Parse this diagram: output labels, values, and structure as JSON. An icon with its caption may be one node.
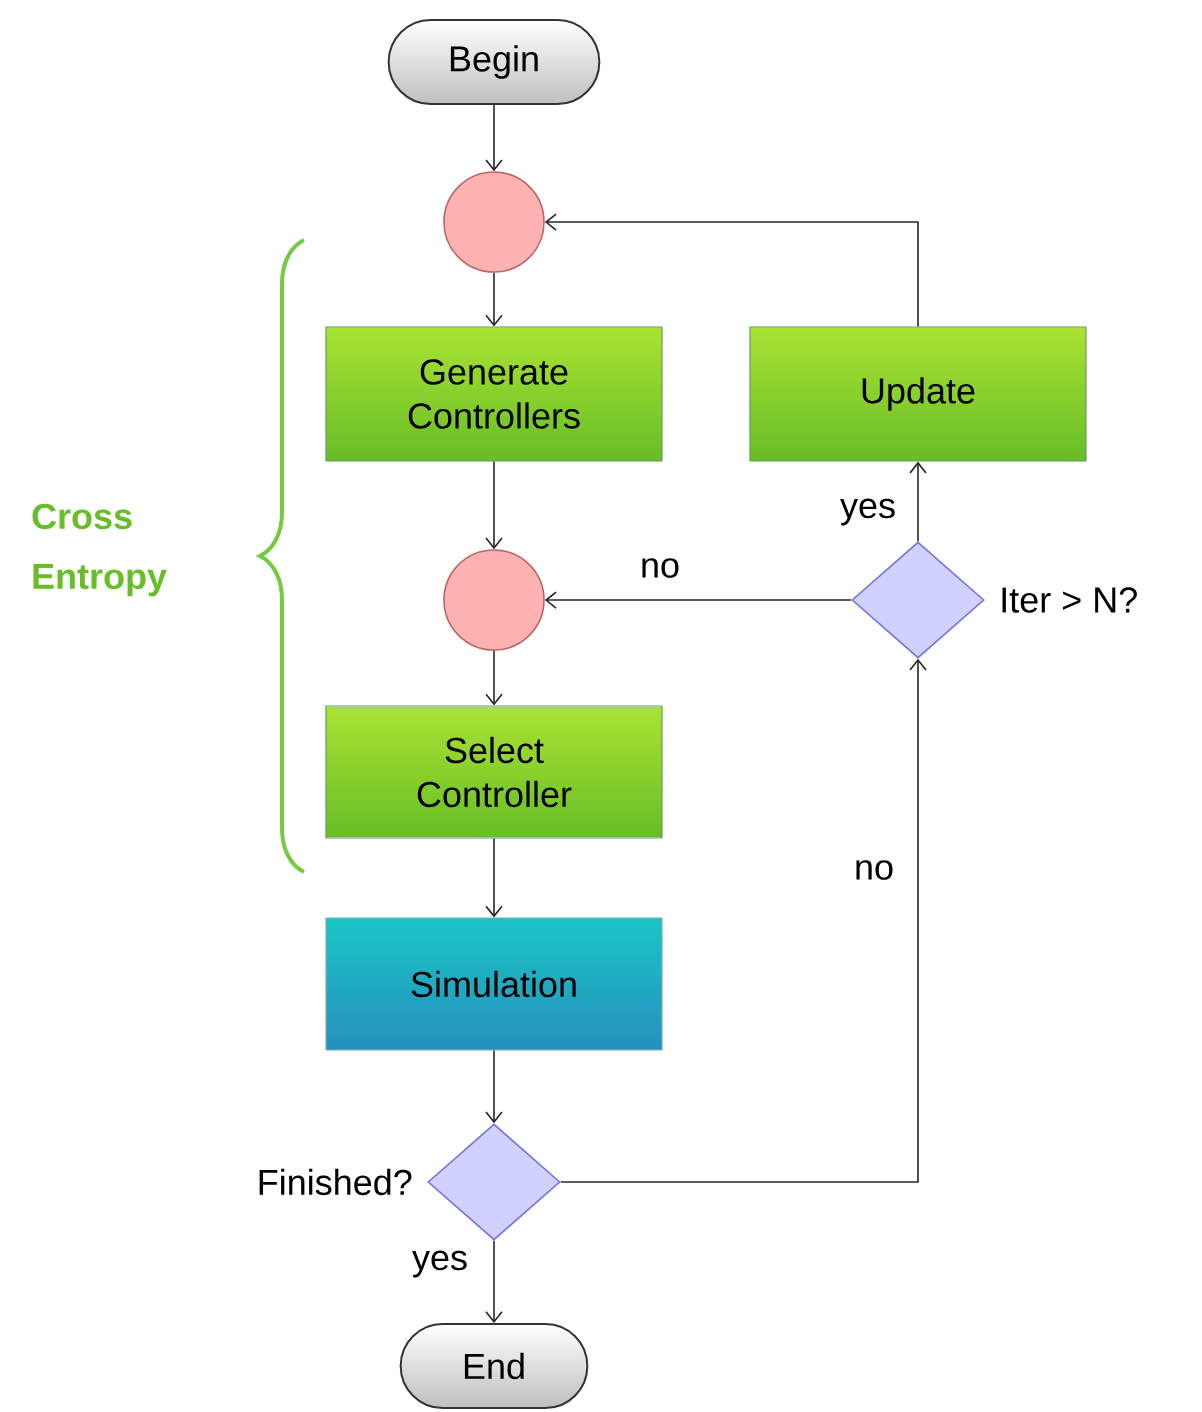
{
  "diagram": {
    "nodes": [
      {
        "text": [
          "Begin"
        ]
      },
      {
        "text": [],
        "shape": "circle"
      },
      {
        "text": [
          "Generate Controllers"
        ]
      },
      {
        "text": [
          "Update"
        ]
      },
      {
        "text": [],
        "shape": "circle"
      },
      {
        "text": [],
        "shape": "diamond",
        "beside": [
          "Iter > N?"
        ]
      },
      {
        "text": [
          "Select Controller"
        ]
      },
      {
        "text": [
          "Simulation"
        ]
      },
      {
        "text": [],
        "shape": "diamond",
        "beside": [
          "Finished?"
        ]
      },
      {
        "text": [
          "End"
        ]
      }
    ],
    "edges": [
      {
        "from": 0,
        "to": 1,
        "arrow": "to"
      },
      {
        "from": 1,
        "to": 2,
        "arrow": "to"
      },
      {
        "from": 2,
        "to": 4,
        "arrow": "to"
      },
      {
        "from": 4,
        "to": 6,
        "arrow": "to"
      },
      {
        "from": 6,
        "to": 7,
        "arrow": "to"
      },
      {
        "from": 7,
        "to": 8,
        "arrow": "to"
      },
      {
        "from": 8,
        "to": 9,
        "arrow": "to",
        "label": "yes"
      },
      {
        "from": 8,
        "to": 5,
        "arrow": "to",
        "label": "no"
      },
      {
        "from": 5,
        "to": 4,
        "arrow": "to",
        "label": "no"
      },
      {
        "from": 5,
        "to": 3,
        "arrow": "to",
        "label": "yes"
      },
      {
        "from": 3,
        "to": 1,
        "arrow": "to"
      }
    ],
    "labels": [
      "Cross Entropy"
    ]
  }
}
